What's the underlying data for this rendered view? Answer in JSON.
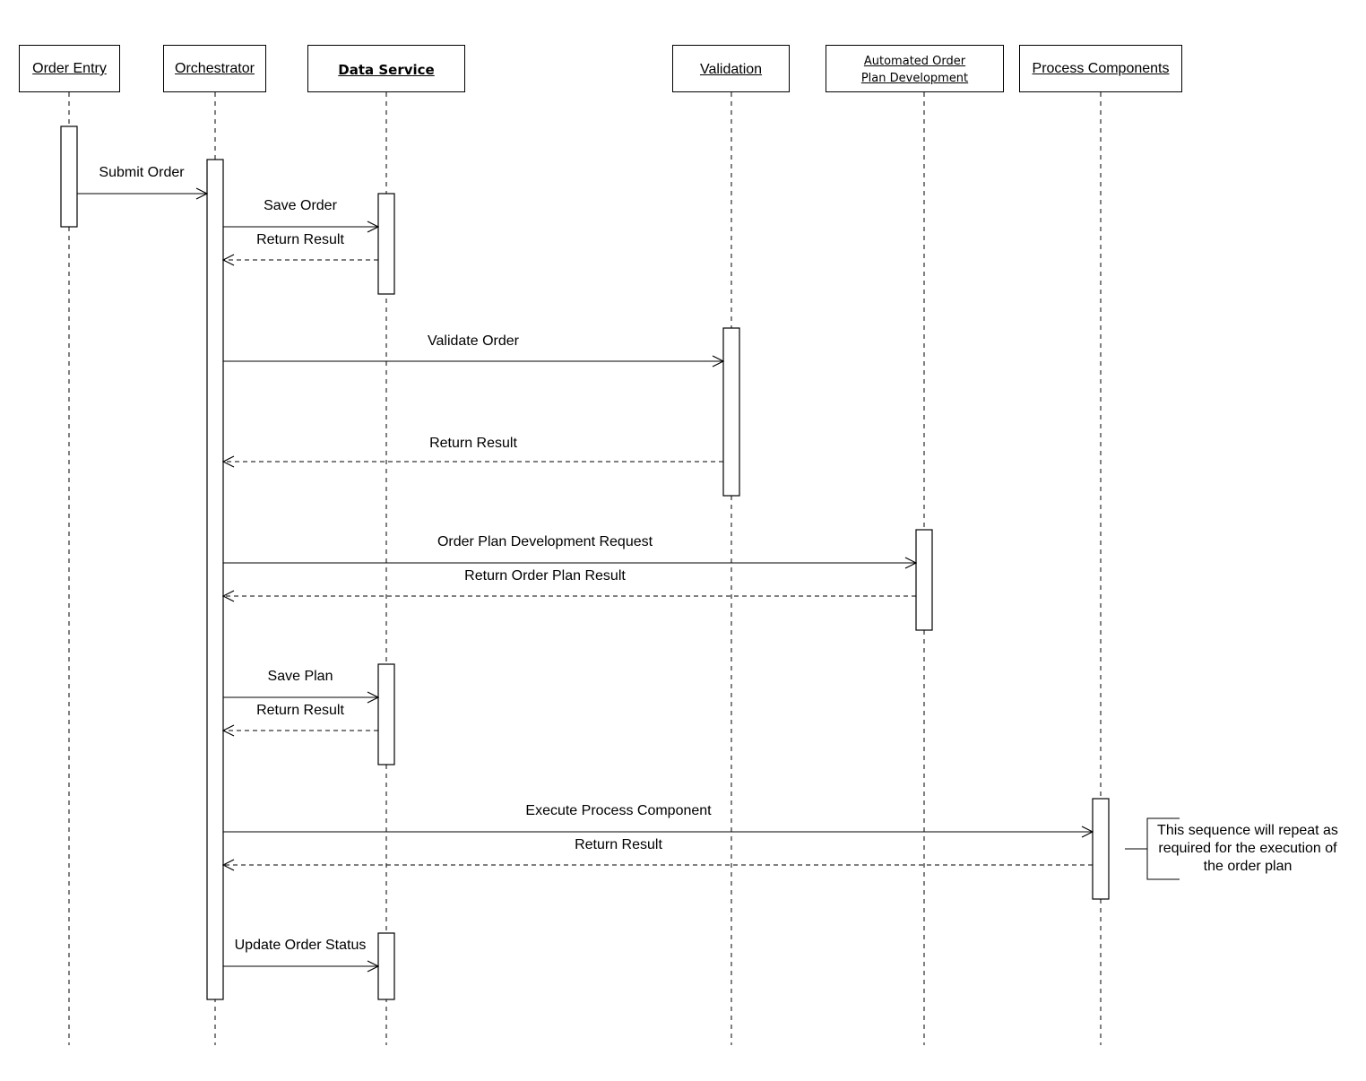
{
  "lifelines": [
    {
      "id": "order-entry",
      "label": "Order Entry"
    },
    {
      "id": "orchestrator",
      "label": "Orchestrator"
    },
    {
      "id": "data-service",
      "label": "Data Service"
    },
    {
      "id": "validation",
      "label": "Validation"
    },
    {
      "id": "automated-order-plan-development",
      "label_line1": "Automated Order",
      "label_line2": "Plan Development"
    },
    {
      "id": "process-components",
      "label": "Process Components"
    }
  ],
  "messages": [
    {
      "label": "Submit Order",
      "from": "order-entry",
      "to": "orchestrator",
      "kind": "call"
    },
    {
      "label": "Save Order",
      "from": "orchestrator",
      "to": "data-service",
      "kind": "call"
    },
    {
      "label": "Return Result",
      "from": "data-service",
      "to": "orchestrator",
      "kind": "return"
    },
    {
      "label": "Validate Order",
      "from": "orchestrator",
      "to": "validation",
      "kind": "call"
    },
    {
      "label": "Return Result",
      "from": "validation",
      "to": "orchestrator",
      "kind": "return"
    },
    {
      "label": "Order Plan Development Request",
      "from": "orchestrator",
      "to": "automated-order-plan-development",
      "kind": "call"
    },
    {
      "label": "Return Order Plan Result",
      "from": "automated-order-plan-development",
      "to": "orchestrator",
      "kind": "return"
    },
    {
      "label": "Save Plan",
      "from": "orchestrator",
      "to": "data-service",
      "kind": "call"
    },
    {
      "label": "Return Result",
      "from": "data-service",
      "to": "orchestrator",
      "kind": "return"
    },
    {
      "label": "Execute Process Component",
      "from": "orchestrator",
      "to": "process-components",
      "kind": "call"
    },
    {
      "label": "Return Result",
      "from": "process-components",
      "to": "orchestrator",
      "kind": "return"
    },
    {
      "label": "Update Order Status",
      "from": "orchestrator",
      "to": "data-service",
      "kind": "call"
    }
  ],
  "note": {
    "line1": "This sequence will repeat as",
    "line2": "required for the execution of",
    "line3": "the order plan"
  }
}
